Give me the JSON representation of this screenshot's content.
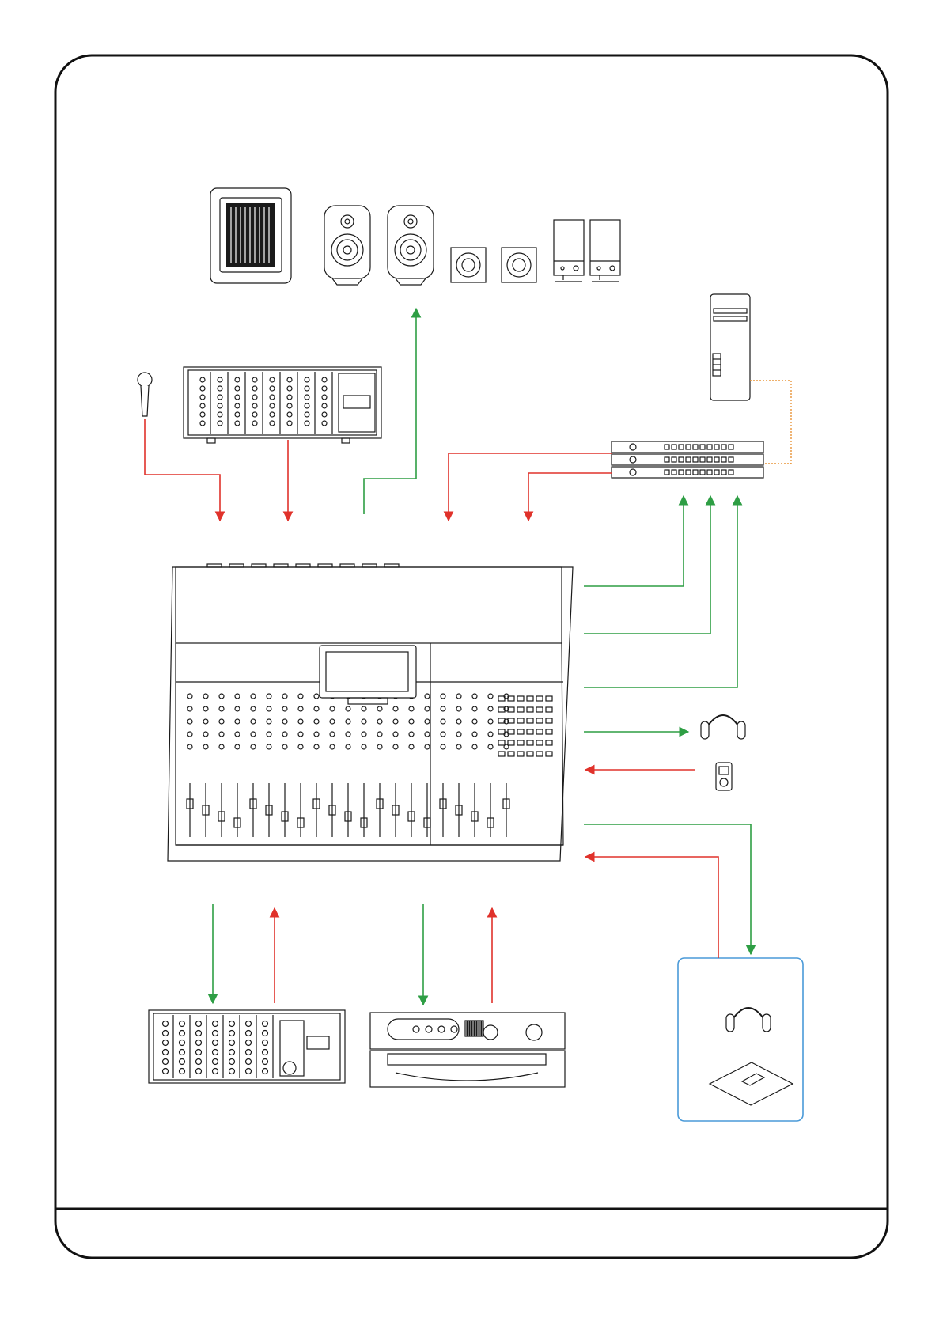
{
  "colors": {
    "output_signal": "#2e9e44",
    "input_signal": "#e0322b",
    "data_link": "#e8953a",
    "outline": "#1a1a1a",
    "cue_box_border": "#4a9ad8"
  },
  "devices": [
    {
      "name": "subwoofer",
      "icon": "subwoofer-icon"
    },
    {
      "name": "main-monitor-left",
      "icon": "speaker-icon"
    },
    {
      "name": "main-monitor-right",
      "icon": "speaker-icon"
    },
    {
      "name": "nearfield-monitor-left",
      "icon": "cube-speaker-icon"
    },
    {
      "name": "nearfield-monitor-right",
      "icon": "cube-speaker-icon"
    },
    {
      "name": "desktop-speaker-left",
      "icon": "desktop-speaker-icon"
    },
    {
      "name": "desktop-speaker-right",
      "icon": "desktop-speaker-icon"
    },
    {
      "name": "computer-tower",
      "icon": "computer-icon"
    },
    {
      "name": "microphone",
      "icon": "microphone-icon"
    },
    {
      "name": "preamp-rack",
      "icon": "rack-icon"
    },
    {
      "name": "audio-interface-stack",
      "icon": "interface-icon"
    },
    {
      "name": "mixing-console",
      "icon": "console-icon"
    },
    {
      "name": "control-room-headphones",
      "icon": "headphones-icon"
    },
    {
      "name": "media-player",
      "icon": "media-player-icon"
    },
    {
      "name": "outboard-rack",
      "icon": "rack-icon"
    },
    {
      "name": "effects-processor",
      "icon": "processor-icon"
    },
    {
      "name": "cue-headphones",
      "icon": "headphones-icon"
    },
    {
      "name": "cue-distribution-box",
      "icon": "distribution-box-icon"
    }
  ],
  "connections": [
    {
      "from": "microphone",
      "to": "mixing-console",
      "type": "input_signal"
    },
    {
      "from": "preamp-rack",
      "to": "mixing-console",
      "type": "input_signal"
    },
    {
      "from": "mixing-console",
      "to": "main-monitor-right",
      "type": "output_signal"
    },
    {
      "from": "audio-interface-stack",
      "to": "mixing-console",
      "type": "input_signal"
    },
    {
      "from": "audio-interface-stack",
      "to": "mixing-console",
      "type": "input_signal"
    },
    {
      "from": "mixing-console",
      "to": "audio-interface-stack",
      "type": "output_signal"
    },
    {
      "from": "mixing-console",
      "to": "audio-interface-stack",
      "type": "output_signal"
    },
    {
      "from": "mixing-console",
      "to": "audio-interface-stack",
      "type": "output_signal"
    },
    {
      "from": "computer-tower",
      "to": "audio-interface-stack",
      "type": "data_link"
    },
    {
      "from": "mixing-console",
      "to": "control-room-headphones",
      "type": "output_signal"
    },
    {
      "from": "media-player",
      "to": "mixing-console",
      "type": "input_signal"
    },
    {
      "from": "mixing-console",
      "to": "cue-distribution-box",
      "type": "output_signal"
    },
    {
      "from": "cue-distribution-box",
      "to": "mixing-console",
      "type": "input_signal"
    },
    {
      "from": "mixing-console",
      "to": "outboard-rack",
      "type": "output_signal"
    },
    {
      "from": "outboard-rack",
      "to": "mixing-console",
      "type": "input_signal"
    },
    {
      "from": "mixing-console",
      "to": "effects-processor",
      "type": "output_signal"
    },
    {
      "from": "effects-processor",
      "to": "mixing-console",
      "type": "input_signal"
    }
  ]
}
